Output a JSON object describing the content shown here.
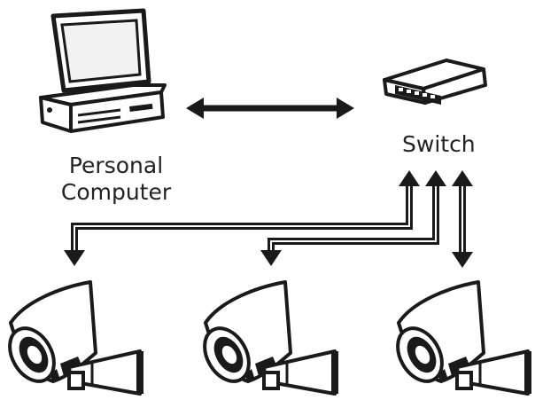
{
  "labels": {
    "pc": "Personal\nComputer",
    "switch": "Switch"
  },
  "colors": {
    "ink": "#1a1a1a",
    "fill": "#ffffff",
    "screen": "#f2f2f2",
    "led": "#ffffff"
  },
  "icons": {
    "pc": "desktop-computer-icon",
    "switch": "network-switch-icon",
    "camera": "security-camera-icon"
  },
  "cameras": [
    "camera-left",
    "camera-middle",
    "camera-right"
  ]
}
